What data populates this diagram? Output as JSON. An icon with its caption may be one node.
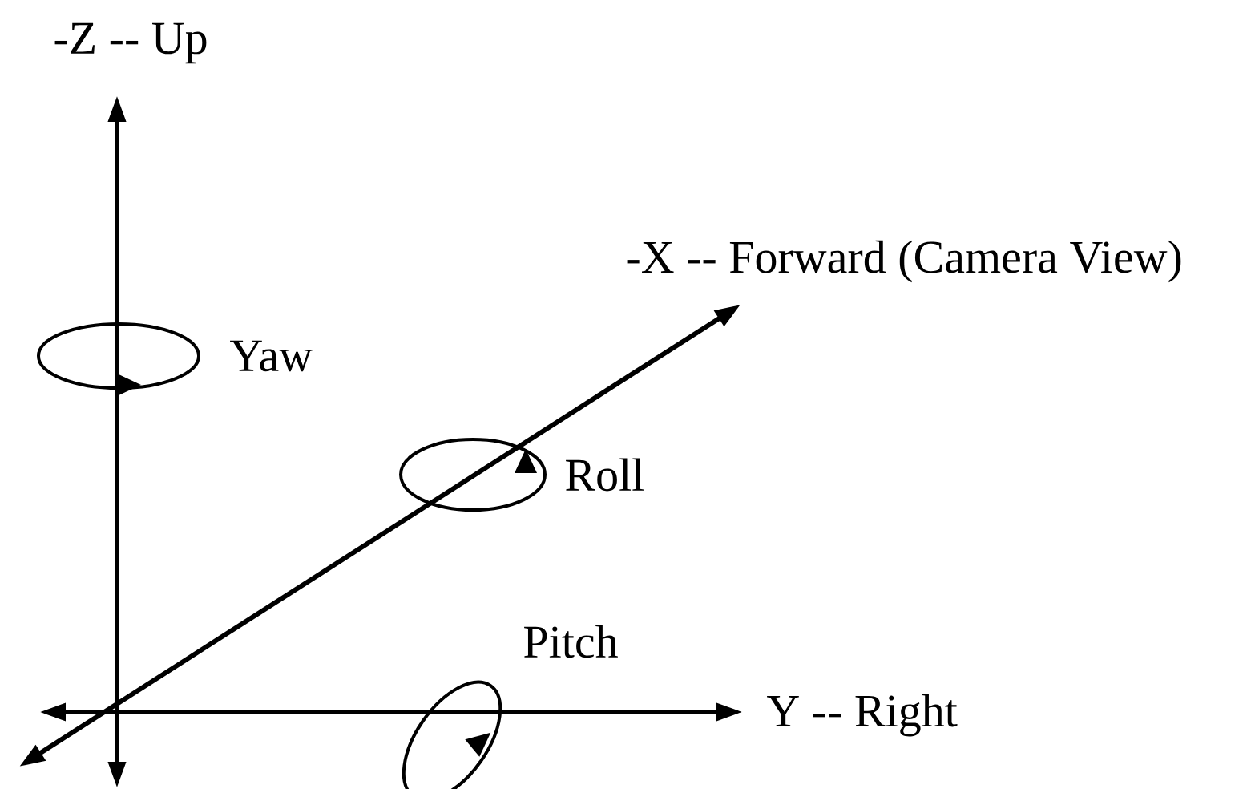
{
  "diagram": {
    "labels": [
      "-Z -- Up",
      "-X -- Forward (Camera View)",
      "Yaw",
      "Roll",
      "Pitch",
      "Y -- Right"
    ]
  }
}
